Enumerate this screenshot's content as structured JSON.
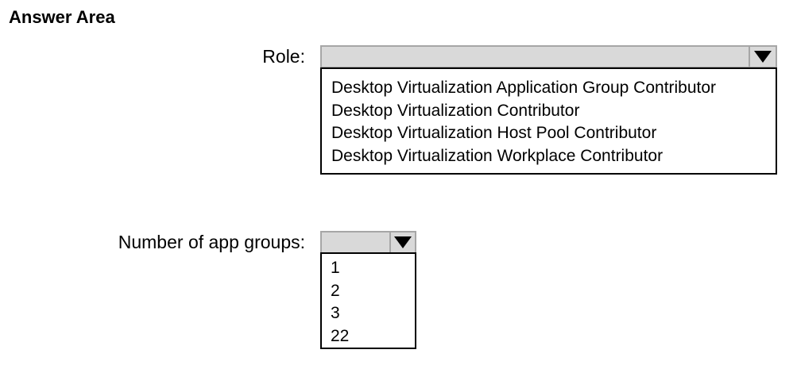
{
  "answer_area": {
    "title": "Answer Area"
  },
  "role_select": {
    "label": "Role:",
    "selected_value": "",
    "options": [
      "Desktop Virtualization Application Group Contributor",
      "Desktop Virtualization Contributor",
      "Desktop Virtualization Host Pool Contributor",
      "Desktop Virtualization Workplace Contributor"
    ],
    "dropdown_icon": "triangle-down-icon"
  },
  "app_groups_select": {
    "label": "Number of app groups:",
    "selected_value": "",
    "options": [
      "1",
      "2",
      "3",
      "22"
    ],
    "dropdown_icon": "triangle-down-icon"
  },
  "colors": {
    "header_fill": "#d9d9d9",
    "header_border": "#a6a6a6",
    "list_border": "#000000"
  }
}
